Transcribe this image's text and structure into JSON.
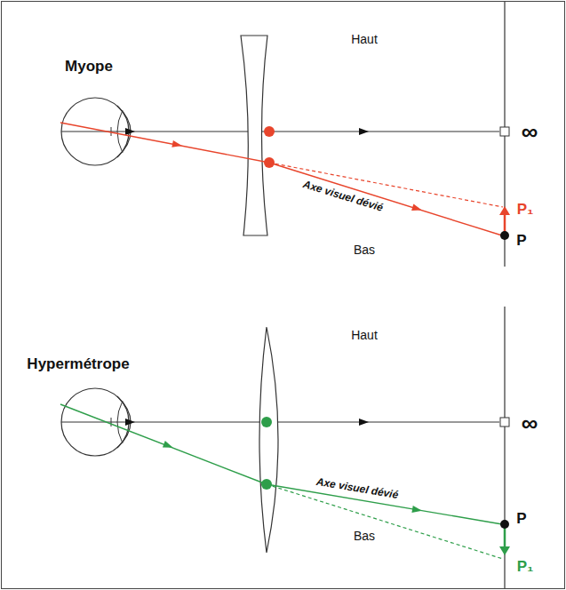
{
  "diagram": {
    "labels": [
      "Myope",
      "Haut",
      "∞",
      "Axe visuel dévié",
      "Bas",
      "P₁",
      "P",
      "Hypermétrope",
      "Haut",
      "∞",
      "Axe visuel dévié",
      "Bas",
      "P",
      "P₁"
    ]
  }
}
